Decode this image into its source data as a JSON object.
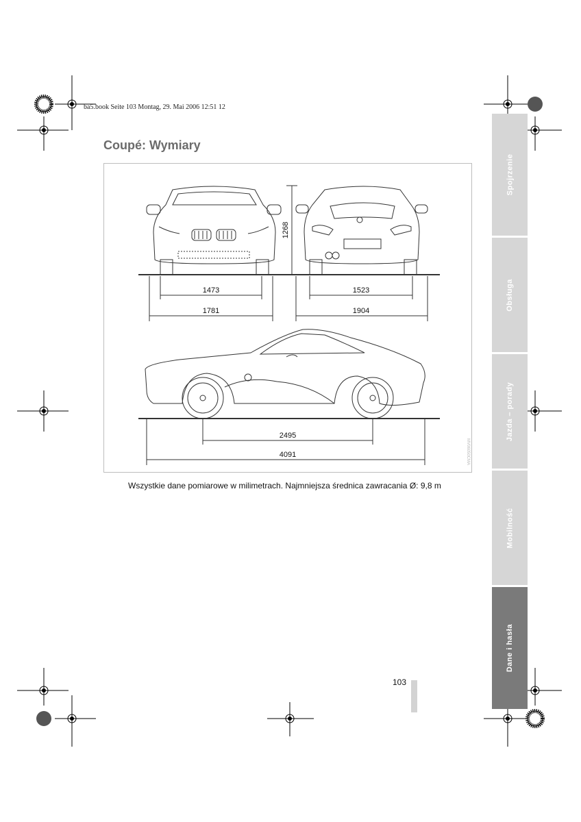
{
  "header": {
    "print_info": "ba5.book  Seite 103  Montag, 29. Mai 2006  12:51 12"
  },
  "title": "Coupé: Wymiary",
  "figure": {
    "dimensions": {
      "front_track": "1473",
      "front_width": "1781",
      "height": "1268",
      "rear_track": "1523",
      "width_with_mirrors": "1904",
      "wheelbase": "2495",
      "length": "4091"
    },
    "code": "MV06050CMA"
  },
  "caption": "Wszystkie dane pomiarowe w milimetrach. Najmniejsza średnica zawracania Ø: 9,8 m",
  "page_number": "103",
  "side_tabs": [
    {
      "label": "Spojrzenie",
      "active": false
    },
    {
      "label": "Obsługa",
      "active": false
    },
    {
      "label": "Jazda – porady",
      "active": false
    },
    {
      "label": "Mobilność",
      "active": false
    },
    {
      "label": "Dane i hasła",
      "active": true
    }
  ],
  "colors": {
    "tab_inactive": "#d6d6d6",
    "tab_active": "#7a7a7a",
    "title": "#6b6b6b"
  }
}
